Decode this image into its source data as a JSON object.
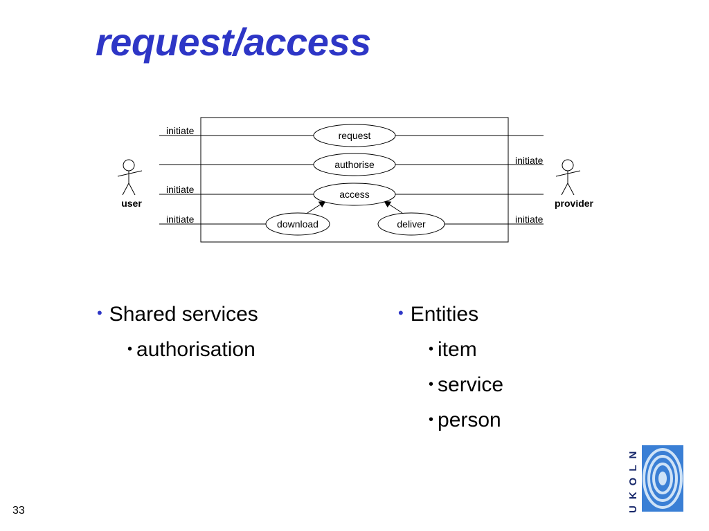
{
  "slide": {
    "title": "request/access",
    "page_number": "33"
  },
  "diagram": {
    "actors": {
      "user": "user",
      "provider": "provider"
    },
    "use_cases": {
      "request": "request",
      "authorise": "authorise",
      "access": "access",
      "download": "download",
      "deliver": "deliver"
    },
    "association_labels": {
      "user_request": "initiate",
      "user_access": "initiate",
      "user_download": "initiate",
      "provider_authorise": "initiate",
      "provider_deliver": "initiate"
    }
  },
  "bullets": {
    "left": {
      "heading": "Shared services",
      "items": [
        "authorisation"
      ]
    },
    "right": {
      "heading": "Entities",
      "items": [
        "item",
        "service",
        "person"
      ]
    }
  },
  "logo": {
    "text": "UKOLN",
    "colors": {
      "primary": "#3a7fd5",
      "light": "#cfe3f7"
    }
  },
  "colors": {
    "title": "#2e36c6",
    "bullet": "#2e36c6"
  }
}
